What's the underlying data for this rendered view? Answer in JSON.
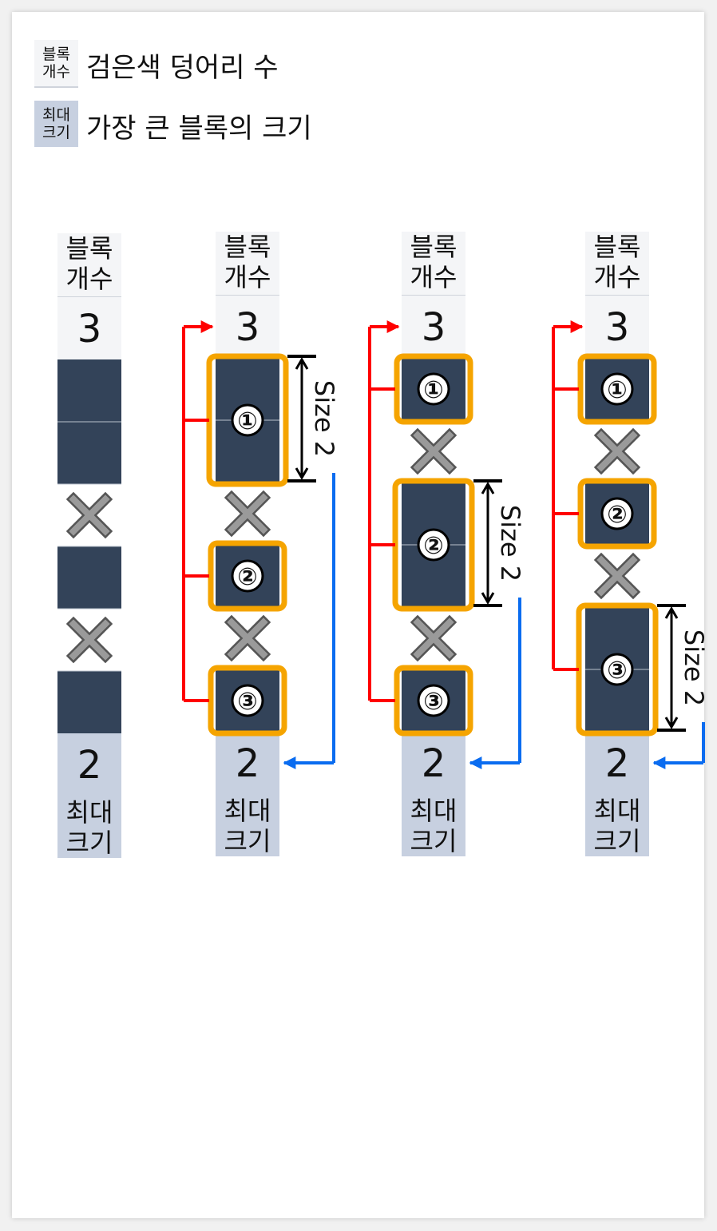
{
  "legend": {
    "block_count": {
      "key_line1": "블록",
      "key_line2": "개수",
      "text": "검은색 덩어리 수"
    },
    "max_size": {
      "key_line1": "최대",
      "key_line2": "크기",
      "text": "가장 큰 블록의 크기"
    }
  },
  "column": {
    "header_line1": "블록",
    "header_line2": "개수",
    "footer_line1": "최대",
    "footer_line2": "크기",
    "block_count_value": "3",
    "max_size_value": "2",
    "cells": [
      "black",
      "black",
      "x",
      "black",
      "x",
      "black"
    ]
  },
  "block_labels": [
    "①",
    "②",
    "③"
  ],
  "size_label": "Size 2",
  "colors": {
    "black_cell": "#334359",
    "highlight_border": "#f5a400",
    "count_arrow": "#ff0000",
    "size_arrow": "#0a6cf0",
    "header_bg": "#f4f5f7",
    "footer_bg": "#c7d0e0",
    "x_mark": "#9a9a9a"
  },
  "icons": {
    "empty_cell": "x-mark-icon",
    "block_number": "circled-number-icon"
  }
}
